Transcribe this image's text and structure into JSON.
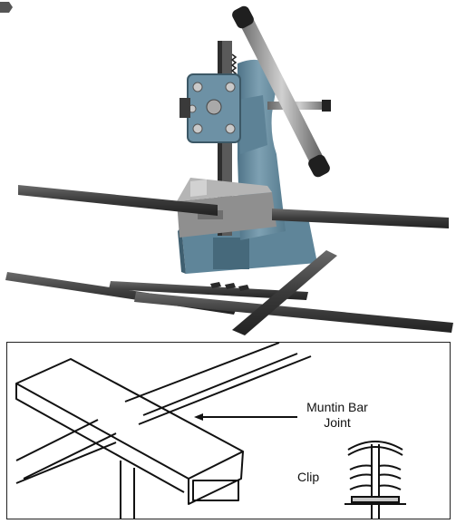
{
  "diagram": {
    "label_joint_line1": "Muntin Bar",
    "label_joint_line2": "Joint",
    "label_clip": "Clip"
  },
  "colors": {
    "machine_body": "#6e93a6",
    "steel_bar": "#3b3b3b",
    "handle": "#8a8a8a",
    "line_art": "#111111"
  }
}
